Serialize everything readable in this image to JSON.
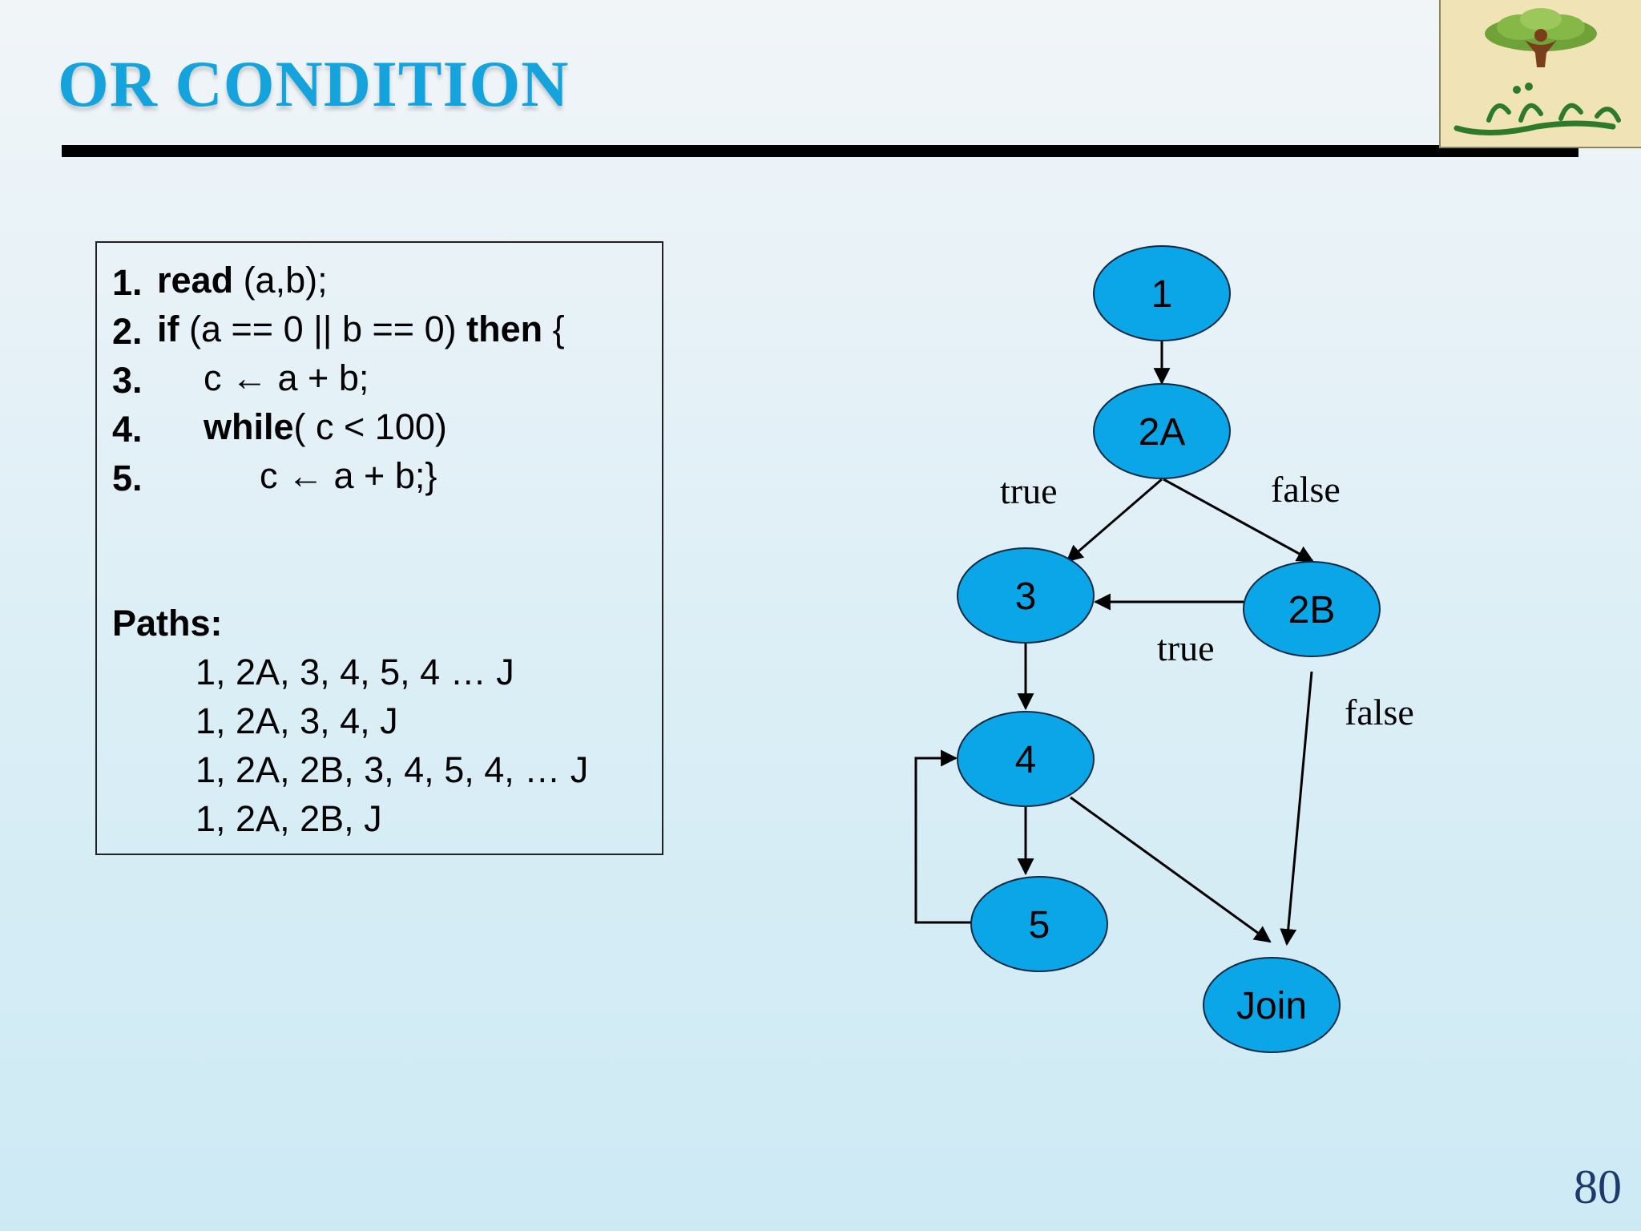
{
  "slide": {
    "title": "OR CONDITION",
    "page_number": "80"
  },
  "code": [
    {
      "num": "1.",
      "keyword1": "read",
      "text1": " (a,b);",
      "keyword2": "",
      "text2": ""
    },
    {
      "num": "2.",
      "keyword1": "if",
      "text1": " (a == 0 || b == 0) ",
      "keyword2": "then",
      "text2": " {"
    },
    {
      "num": "3.",
      "keyword1": "",
      "text1": "c ← a + b;",
      "keyword2": "",
      "text2": ""
    },
    {
      "num": "4.",
      "keyword1": "while",
      "text1": "( c < 100)",
      "keyword2": "",
      "text2": ""
    },
    {
      "num": "5.",
      "keyword1": "",
      "text1": "c ← a + b;}",
      "keyword2": "",
      "text2": ""
    }
  ],
  "paths": {
    "heading": "Paths:",
    "items": [
      "1, 2A, 3, 4, 5, 4 … J",
      "1, 2A, 3, 4, J",
      "1, 2A, 2B, 3, 4, 5, 4, … J",
      "1, 2A, 2B, J"
    ]
  },
  "graph": {
    "nodes": [
      {
        "id": "1",
        "label": "1"
      },
      {
        "id": "2A",
        "label": "2A"
      },
      {
        "id": "3",
        "label": "3"
      },
      {
        "id": "2B",
        "label": "2B"
      },
      {
        "id": "4",
        "label": "4"
      },
      {
        "id": "5",
        "label": "5"
      },
      {
        "id": "Join",
        "label": "Join"
      }
    ],
    "edges": [
      {
        "from": "1",
        "to": "2A",
        "label": ""
      },
      {
        "from": "2A",
        "to": "3",
        "label": "true"
      },
      {
        "from": "2A",
        "to": "2B",
        "label": "false"
      },
      {
        "from": "2B",
        "to": "3",
        "label": "true"
      },
      {
        "from": "2B",
        "to": "Join",
        "label": "false"
      },
      {
        "from": "3",
        "to": "4",
        "label": ""
      },
      {
        "from": "4",
        "to": "5",
        "label": ""
      },
      {
        "from": "5",
        "to": "4",
        "label": ""
      },
      {
        "from": "4",
        "to": "Join",
        "label": ""
      }
    ],
    "node_color": "#0aa6e8"
  }
}
